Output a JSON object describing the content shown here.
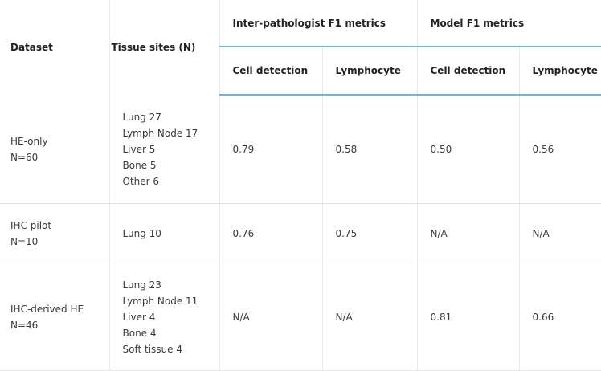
{
  "header": {
    "dataset": "Dataset",
    "tissue_sites": "Tissue sites (N)",
    "inter_group": "Inter-pathologist F1 metrics",
    "model_group": "Model F1 metrics",
    "cell_detection": "Cell detection",
    "lymphocyte": "Lymphocyte"
  },
  "rows": [
    {
      "dataset_name": "HE-only",
      "dataset_n": "N=60",
      "sites": [
        "Lung 27",
        "Lymph Node 17",
        "Liver 5",
        "Bone 5",
        "Other 6"
      ],
      "inter_cell": "0.79",
      "inter_lymph": "0.58",
      "model_cell": "0.50",
      "model_lymph": "0.56"
    },
    {
      "dataset_name": "IHC pilot",
      "dataset_n": "N=10",
      "sites": [
        "Lung 10"
      ],
      "inter_cell": "0.76",
      "inter_lymph": "0.75",
      "model_cell": "N/A",
      "model_lymph": "N/A"
    },
    {
      "dataset_name": "IHC-derived HE",
      "dataset_n": "N=46",
      "sites": [
        "Lung 23",
        "Lymph Node 11",
        "Liver 4",
        "Bone 4",
        "Soft tissue 4"
      ],
      "inter_cell": "N/A",
      "inter_lymph": "N/A",
      "model_cell": "0.81",
      "model_lymph": "0.66"
    }
  ]
}
